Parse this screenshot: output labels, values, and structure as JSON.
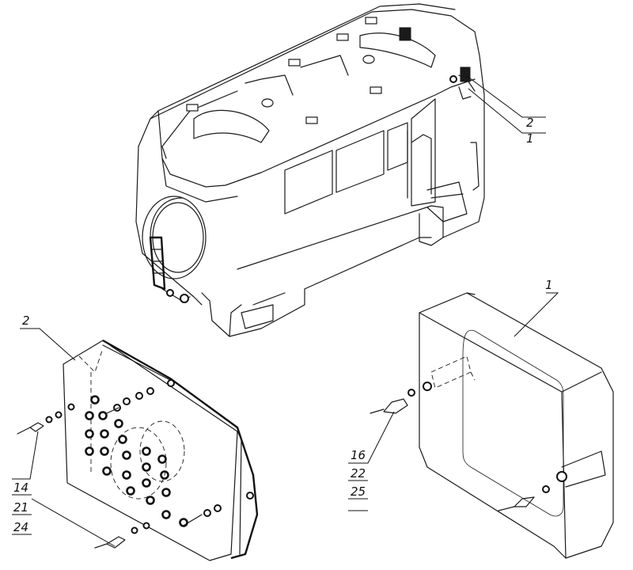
{
  "callouts": {
    "bus_cover": "1",
    "bus_panel": "2",
    "panel_label": "2",
    "cover_label": "1",
    "left_fasteners": [
      "14",
      "21",
      "24"
    ],
    "right_fasteners": [
      "16",
      "22",
      "25"
    ]
  }
}
